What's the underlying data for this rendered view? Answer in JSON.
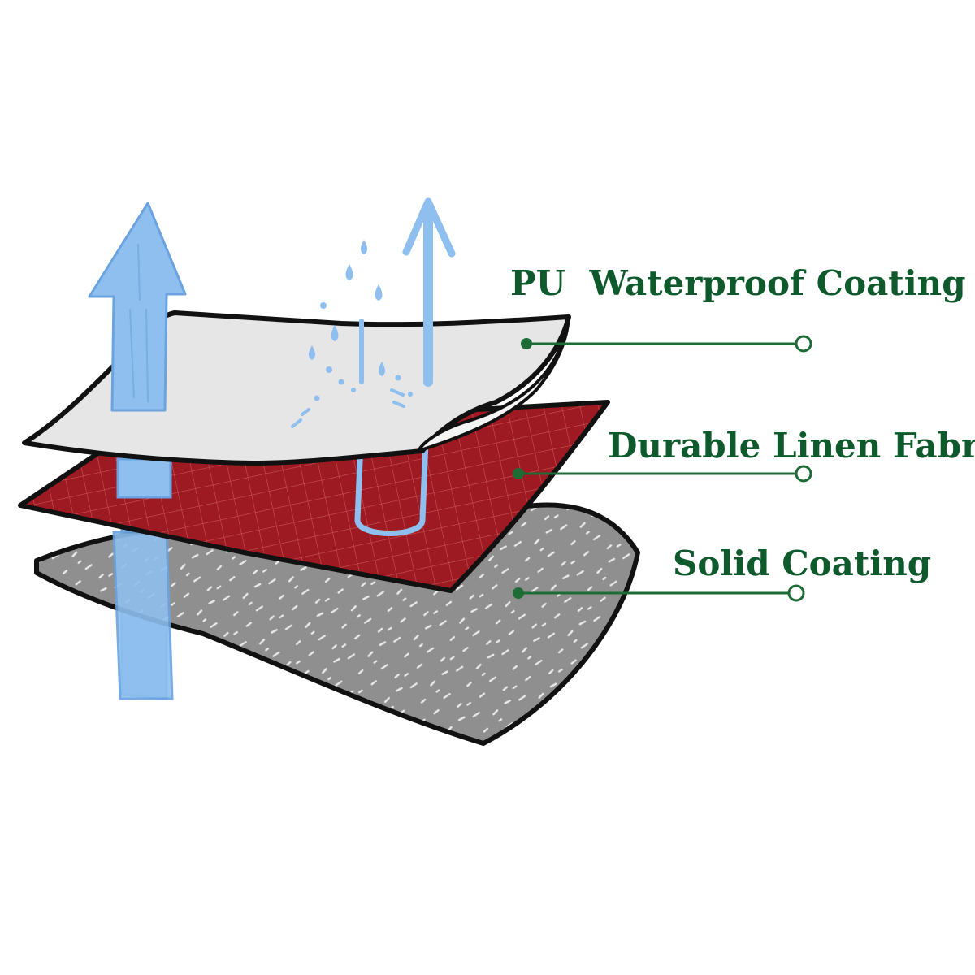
{
  "diagram": {
    "layers": [
      {
        "id": "pu",
        "label": "PU  Waterproof Coating",
        "fill": "#e6e6e6"
      },
      {
        "id": "linen",
        "label": "Durable Linen Fabric",
        "fill": "#9e1a22"
      },
      {
        "id": "solid",
        "label": "Solid Coating",
        "fill": "#8f8f8f"
      }
    ],
    "colors": {
      "label": "#0f5a2c",
      "leader_line": "#1e6b36",
      "arrow": "#8ebfee",
      "arrow_stroke": "#6aa3df",
      "outline": "#111111",
      "linen_grid": "#d86c6c"
    },
    "icons": [
      "vapor-up-arrow",
      "water-drop"
    ]
  }
}
